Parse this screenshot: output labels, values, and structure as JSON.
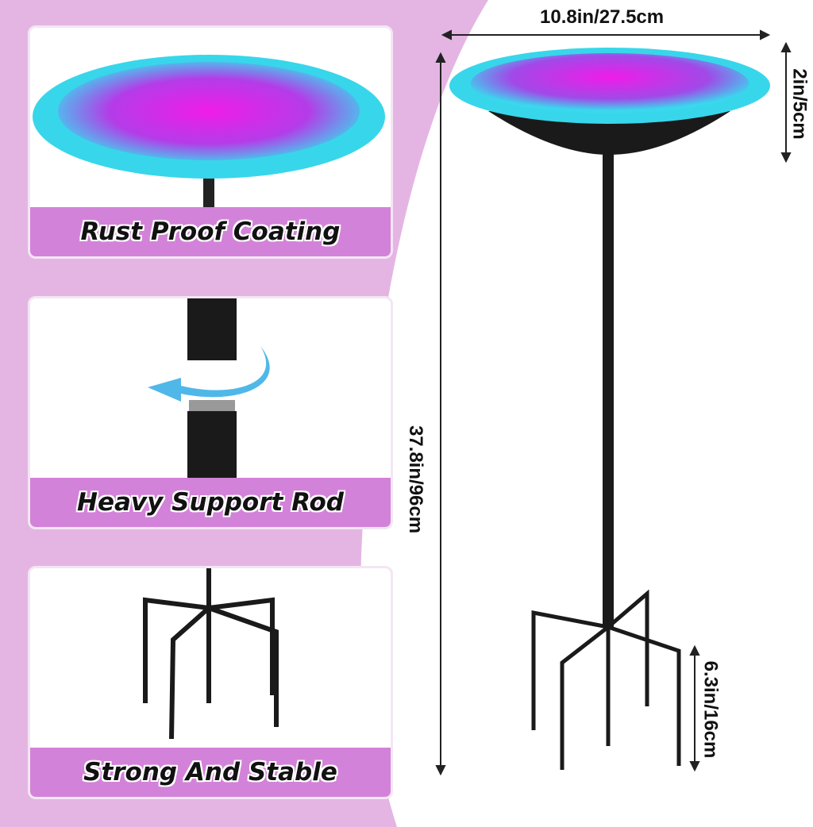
{
  "panels": [
    {
      "label": "Rust Proof Coating"
    },
    {
      "label": "Heavy Support Rod"
    },
    {
      "label": "Strong And Stable"
    }
  ],
  "dimensions": {
    "width": "10.8in/27.5cm",
    "height": "37.8in/96cm",
    "bowl_depth": "2in/5cm",
    "stake_length": "6.3in/16cm"
  },
  "colors": {
    "background_accent": "#e4b5e3",
    "band": "#d382d9",
    "bowl_rim": "#33d6ea",
    "bowl_center": "#e01ee8"
  }
}
